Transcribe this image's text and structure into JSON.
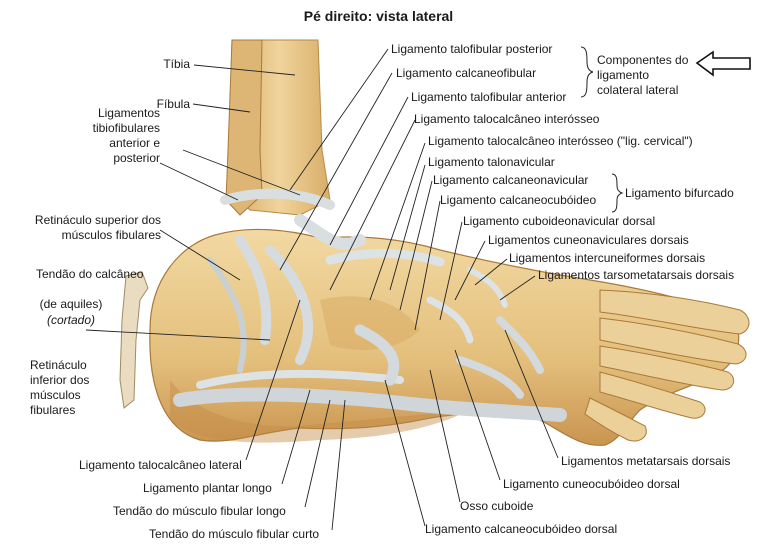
{
  "title": "Pé direito: vista lateral",
  "labels": {
    "tibia": "Tíbia",
    "fibula": "Fíbula",
    "tibiofibular": "Ligamentos tibiofibulares anterior e posterior",
    "retinaculo_superior": "Retináculo superior dos músculos fibulares",
    "tendao_calcaneo_1": "Tendão do calcâneo",
    "tendao_calcaneo_2": "(de aquiles)",
    "tendao_calcaneo_3": "(cortado)",
    "retinaculo_inferior": "Retináculo inferior dos músculos fibulares",
    "talofibular_posterior": "Ligamento talofibular posterior",
    "calcaneofibular": "Ligamento calcaneofibular",
    "talofibular_anterior": "Ligamento talofibular anterior",
    "componentes": "Componentes do ligamento colateral lateral",
    "talocalcaneo_interosseo": "Ligamento talocalcâneo interósseo",
    "talocalcaneo_cervical": "Ligamento talocalcâneo interósseo (\"lig. cervical\")",
    "talonavicular": "Ligamento talonavicular",
    "calcaneonavicular": "Ligamento calcaneonavicular",
    "calcaneocuboideo": "Ligamento calcaneocubóideo",
    "bifurcado": "Ligamento bifurcado",
    "cuboideonavicular": "Ligamento cuboideonavicular dorsal",
    "cuneonaviculares": "Ligamentos cuneonaviculares dorsais",
    "intercuneiformes": "Ligamentos intercuneiformes dorsais",
    "tarsometatarsais": "Ligamentos tarsometatarsais dorsais",
    "metatarsais": "Ligamentos metatarsais dorsais",
    "cuneocuboideo": "Ligamento cuneocubóideo dorsal",
    "osso_cuboide": "Osso cuboide",
    "calcaneocuboideo_dorsal": "Ligamento calcaneocubóideo dorsal",
    "talocalcaneo_lateral": "Ligamento talocalcâneo lateral",
    "plantar_longo": "Ligamento plantar longo",
    "fibular_longo": "Tendão do músculo fibular longo",
    "fibular_curto": "Tendão do músculo fibular curto"
  },
  "colors": {
    "bone": "#e8c88a",
    "bone_shadow": "#c9994f",
    "bone_light": "#f3dca8",
    "ligament": "#d9dde0",
    "ligament_shadow": "#9aa3aa",
    "leader": "#222222"
  },
  "icons": [
    "arrow-left-outline-icon"
  ]
}
